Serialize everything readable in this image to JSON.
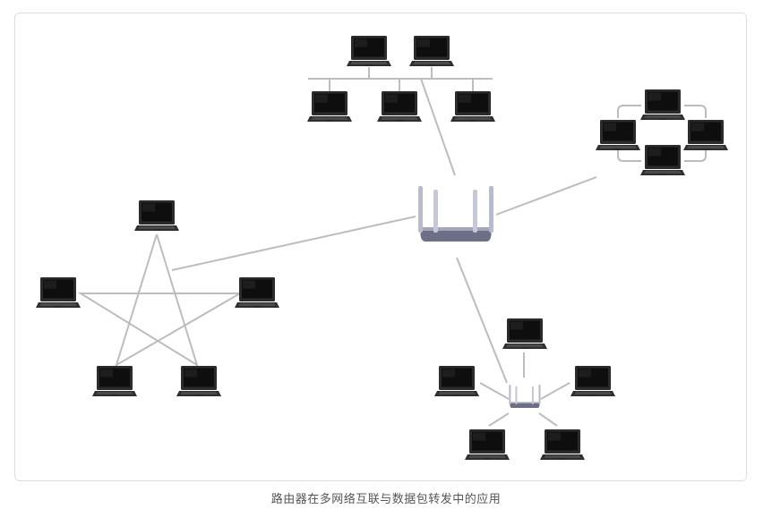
{
  "caption": "路由器在多网络互联与数据包转发中的应用",
  "colors": {
    "line": "#bdbdbd",
    "laptop_body": "#2a2a2a",
    "laptop_screen": "#111111",
    "router": "#b8b8c8"
  },
  "icons": {
    "device": "laptop-icon",
    "router": "router-icon"
  },
  "networks": [
    {
      "name": "bus",
      "devices": 5
    },
    {
      "name": "ring",
      "devices": 4
    },
    {
      "name": "star-mesh",
      "devices": 5
    },
    {
      "name": "star-with-router",
      "devices": 5
    }
  ]
}
